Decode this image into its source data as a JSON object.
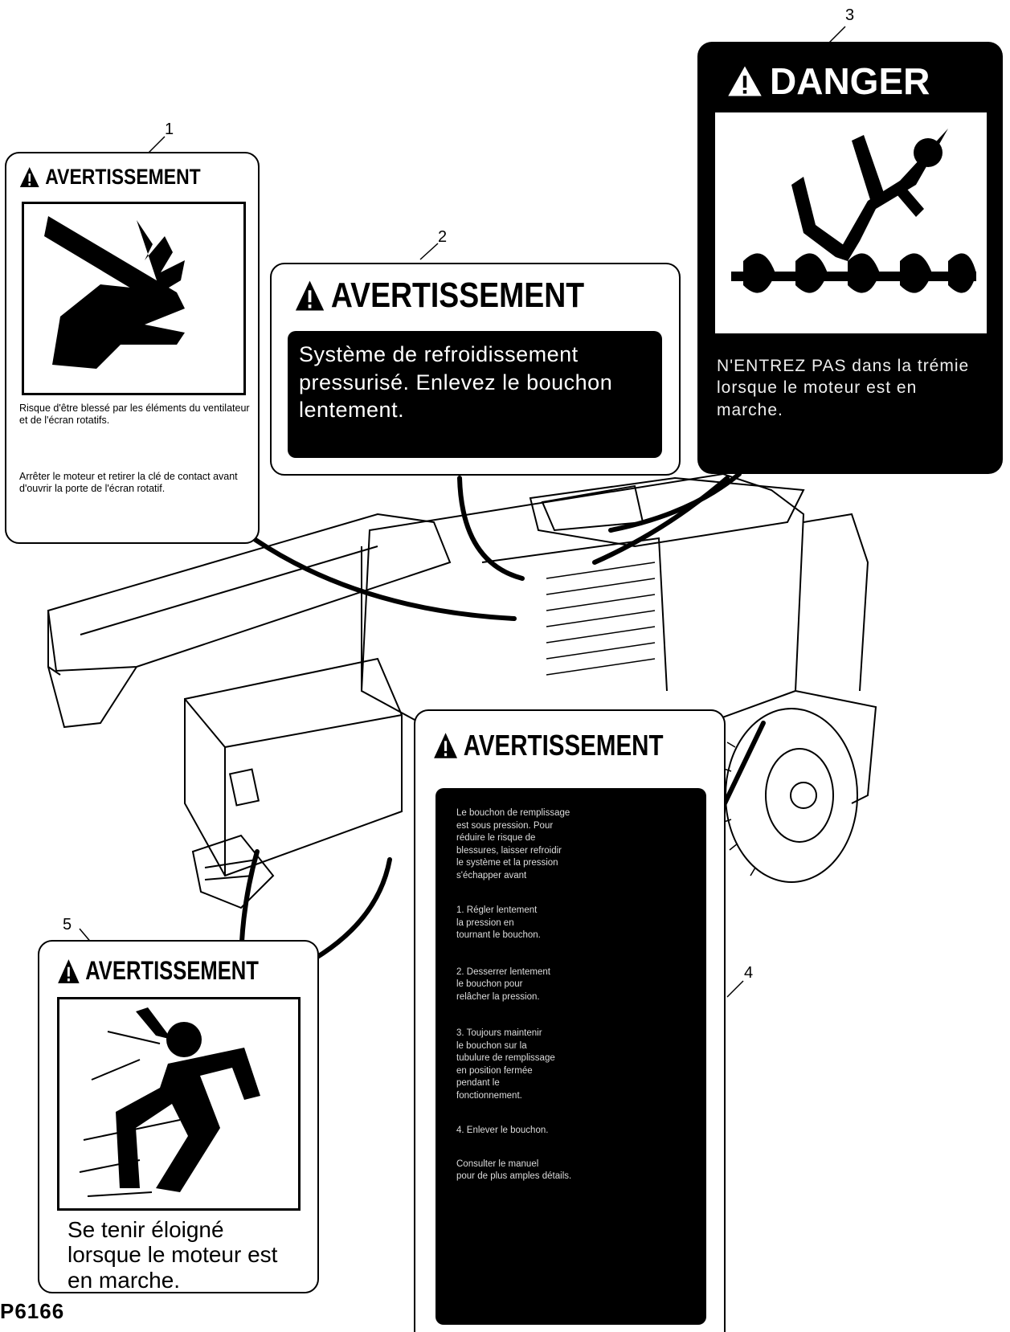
{
  "figure_id": "P6166",
  "callouts": [
    "1",
    "2",
    "3",
    "4",
    "5"
  ],
  "label1": {
    "header": "AVERTISSEMENT",
    "text1": "Risque d'être blessé par les éléments du ventilateur et de l'écran rotatifs.",
    "text2": "Arrêter le moteur et retirer la clé de contact avant d'ouvrir la porte de l'écran rotatif."
  },
  "label2": {
    "header": "AVERTISSEMENT",
    "message": "Système de refroidissement pressurisé. Enlevez le bouchon lentement."
  },
  "label3": {
    "header": "DANGER",
    "message": "N'ENTREZ PAS dans la trémie lorsque le moteur est en marche."
  },
  "label4": {
    "header": "AVERTISSEMENT",
    "intro": "Le bouchon de remplissage\nest sous pression. Pour\nréduire le risque de\nblessures, laisser refroidir\nle système et la pression\ns'échapper avant",
    "step1": "1. Régler lentement\n   la pression en\n   tournant le bouchon.",
    "step2": "2. Desserrer lentement\n   le bouchon pour\n   relâcher la pression.",
    "step3": "3. Toujours maintenir\n   le bouchon sur la\n   tubulure de remplissage\n   en position fermée\n   pendant le\n   fonctionnement.",
    "step4": "4. Enlever le bouchon.",
    "outro": "Consulter le manuel\npour de plus amples détails."
  },
  "label5": {
    "header": "AVERTISSEMENT",
    "message": "Se tenir éloigné lorsque le moteur est en marche."
  }
}
